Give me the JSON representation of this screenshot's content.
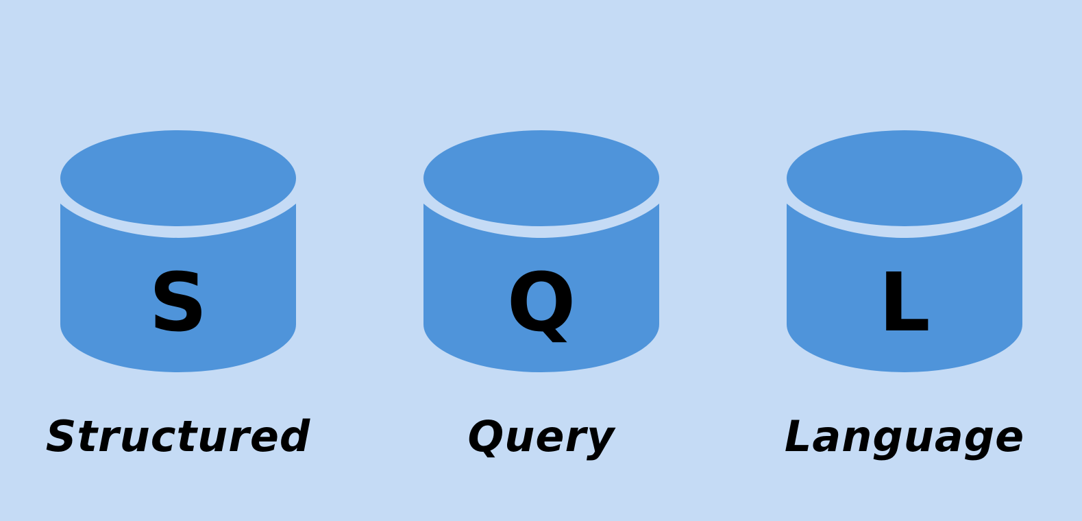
{
  "colors": {
    "background": "#c5dbf5",
    "cylinder": "#4f94da",
    "text": "#000000"
  },
  "cylinders": [
    {
      "letter": "S",
      "word": "Structured"
    },
    {
      "letter": "Q",
      "word": "Query"
    },
    {
      "letter": "L",
      "word": "Language"
    }
  ]
}
